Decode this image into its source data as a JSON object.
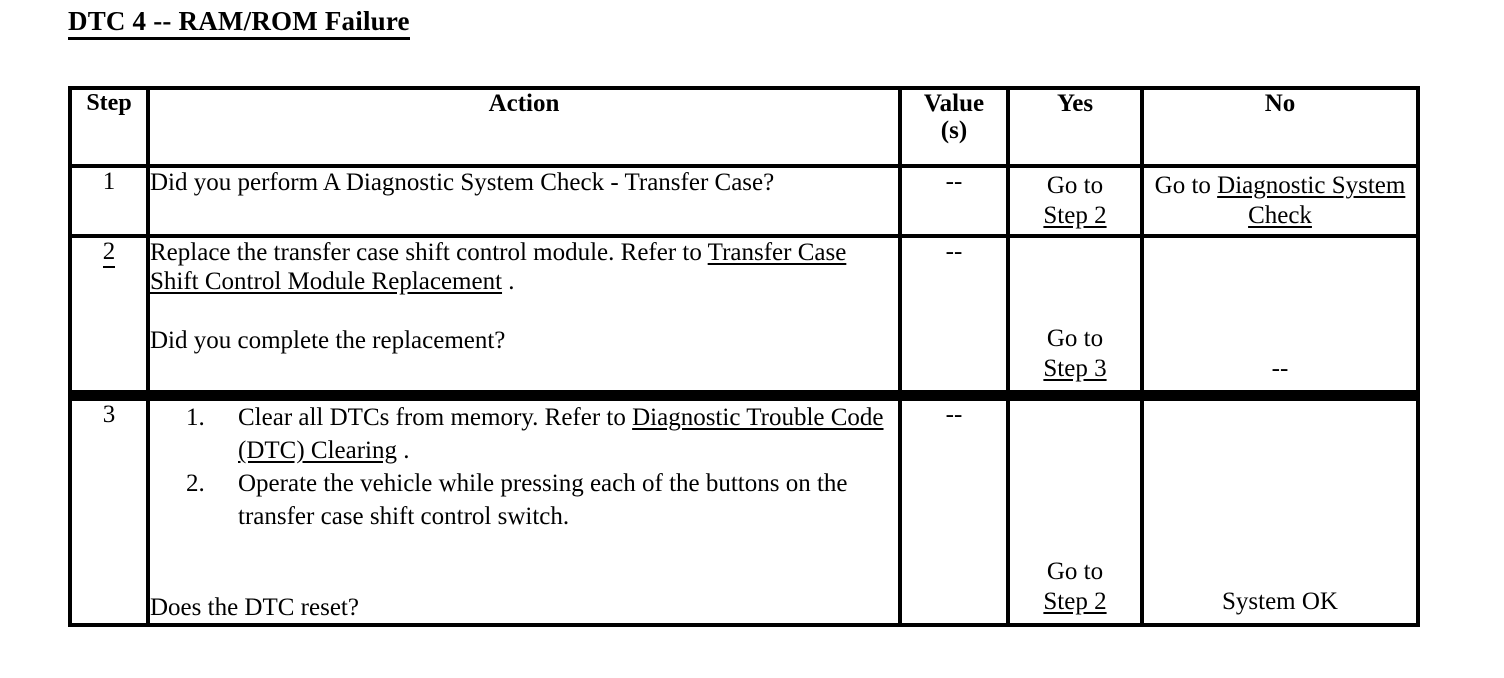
{
  "document": {
    "title": "DTC 4 -- RAM/ROM Failure"
  },
  "table": {
    "headers": {
      "step": "Step",
      "action": "Action",
      "value_line1": "Value",
      "value_line2": "(s)",
      "yes": "Yes",
      "no": "No"
    },
    "rows": [
      {
        "step": "1",
        "step_underlined": false,
        "action": {
          "paragraphs": [
            "Did you perform A Diagnostic System Check - Transfer Case?"
          ]
        },
        "value": "--",
        "yes": {
          "prefix": "Go to",
          "link": "Step 2"
        },
        "no": {
          "prefix": "Go to ",
          "link": "Diagnostic System Check"
        }
      },
      {
        "step": "2",
        "step_underlined": true,
        "action": {
          "lead": "Replace the transfer case shift control module. Refer to ",
          "link": "Transfer Case Shift Control Module Replacement",
          "after_link": " .",
          "question": "Did you complete the replacement?"
        },
        "value": "--",
        "yes": {
          "prefix": "Go to",
          "link": "Step 3"
        },
        "no": {
          "plain": "--"
        }
      },
      {
        "step": "3",
        "step_underlined": false,
        "action": {
          "list": [
            {
              "marker": "1.",
              "lead": "Clear all DTCs from memory. Refer to ",
              "link": "Diagnostic Trouble Code (DTC) Clearing",
              "after_link": " ."
            },
            {
              "marker": "2.",
              "lead": "Operate the vehicle while pressing each of the buttons on the transfer case shift control switch.",
              "link": "",
              "after_link": ""
            }
          ],
          "question": "Does the DTC reset?"
        },
        "value": "--",
        "yes": {
          "prefix": "Go to",
          "link": "Step 2"
        },
        "no": {
          "plain": "System OK"
        }
      }
    ]
  },
  "colors": {
    "ink": "#000000",
    "paper": "#ffffff"
  }
}
